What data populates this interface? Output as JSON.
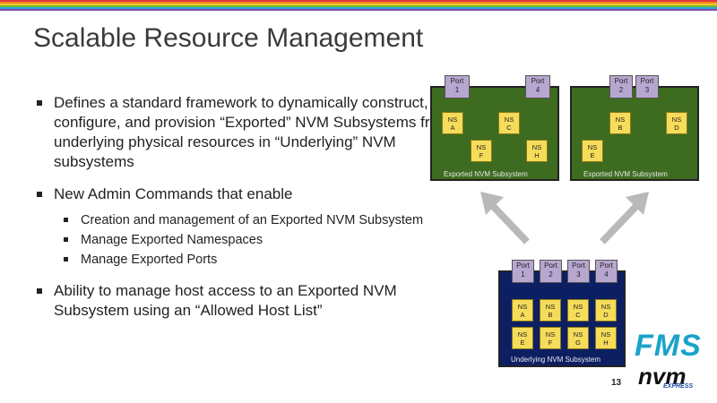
{
  "slide": {
    "title": "Scalable Resource Management",
    "page_number": "13"
  },
  "bullets": {
    "b1": "Defines a standard framework to dynamically construct, configure, and provision “Exported” NVM Subsystems from underlying physical resources in “Underlying” NVM subsystems",
    "b2": "New Admin Commands that enable",
    "b2_sub": [
      "Creation and management of an Exported NVM Subsystem",
      "Manage Exported Namespaces",
      "Manage Exported Ports"
    ],
    "b3": "Ability to manage host access to an Exported NVM Subsystem using an “Allowed Host List”"
  },
  "diagram": {
    "exported_left": {
      "label": "Exported NVM Subsystem",
      "ports": [
        [
          "Port",
          "1"
        ],
        [
          "Port",
          "4"
        ]
      ],
      "namespaces": [
        [
          "NS",
          "A"
        ],
        [
          "NS",
          "C"
        ],
        [
          "NS",
          "F"
        ],
        [
          "NS",
          "H"
        ]
      ]
    },
    "exported_right": {
      "label": "Exported NVM Subsystem",
      "ports": [
        [
          "Port",
          "2"
        ],
        [
          "Port",
          "3"
        ]
      ],
      "namespaces": [
        [
          "NS",
          "B"
        ],
        [
          "NS",
          "D"
        ],
        [
          "NS",
          "E"
        ]
      ]
    },
    "underlying": {
      "label": "Underlying NVM Subsystem",
      "ports": [
        [
          "Port",
          "1"
        ],
        [
          "Port",
          "2"
        ],
        [
          "Port",
          "3"
        ],
        [
          "Port",
          "4"
        ]
      ],
      "namespaces": [
        [
          "NS",
          "A"
        ],
        [
          "NS",
          "B"
        ],
        [
          "NS",
          "C"
        ],
        [
          "NS",
          "D"
        ],
        [
          "NS",
          "E"
        ],
        [
          "NS",
          "F"
        ],
        [
          "NS",
          "G"
        ],
        [
          "NS",
          "H"
        ]
      ]
    }
  },
  "logos": {
    "fms": "FMS",
    "nvm": "nvm",
    "express": "EXPRESS"
  },
  "colors": {
    "stripe_colors": [
      "#e23b3b",
      "#f08a24",
      "#f6c623",
      "#6cbf3b",
      "#2fa7d8",
      "#7b4db3"
    ],
    "exported_bg": "#3d6b1f",
    "underlying_bg": "#0d1f63",
    "ns_fill": "#f5dc5a",
    "port_fill": "#b7a7d0",
    "arrow": "#b9b9b9"
  }
}
